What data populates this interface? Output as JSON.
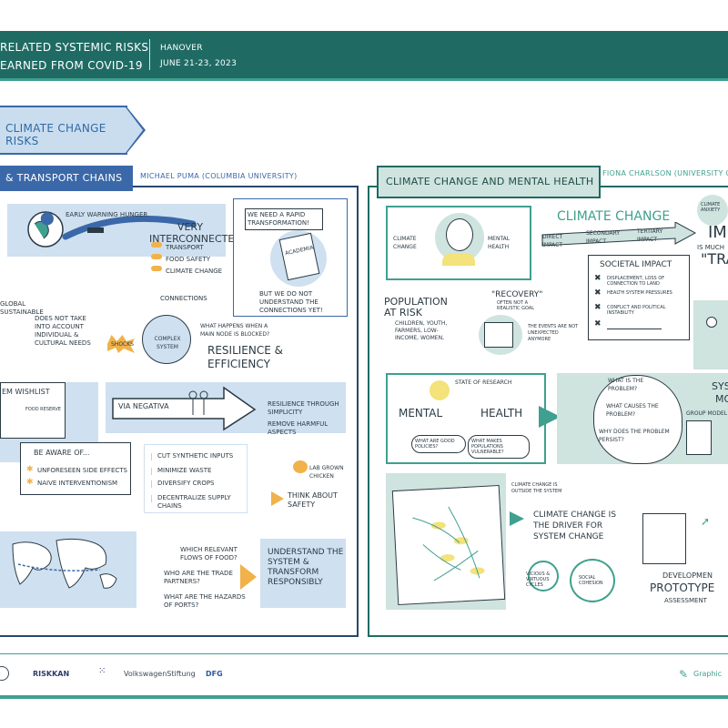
{
  "header": {
    "title_line1": "Related Systemic Risks",
    "title_line2": "earned from COVID-19",
    "place": "Hanover",
    "date": "June 21-23, 2023"
  },
  "section": {
    "label": "Climate Change Risks"
  },
  "left_panel": {
    "title": "& Transport Chains",
    "author": "Michael Puma (Columbia University)",
    "early_warning": "Early Warning Hunger",
    "very_interconnected": "Very Interconnected",
    "interconnected_items": [
      "Transport",
      "Food Safety",
      "Climate Change"
    ],
    "rapid_transformation": "We need a rapid transformation!",
    "academia": "Academia",
    "not_understand": "But we do not understand the connections yet!",
    "global_sustainable": "Global sustainable",
    "not_take_into_account": "Does not take into account individual & cultural needs",
    "connections": "Connections",
    "complex_system": "Complex System",
    "shocks": "Shocks",
    "main_node": "What happens when a main node is blocked?",
    "resilience": "Resilience & Efficiency",
    "wishlist": "Em Wishlist",
    "food_reserve": "Food Reserve",
    "via_negativa": "Via Negativa",
    "resilience_simplicity": "Resilience through simplicity",
    "remove_harmful": "Remove harmful aspects",
    "be_aware": "Be Aware of...",
    "aware_items": [
      "Unforeseen side effects",
      "Naive interventionism"
    ],
    "actions": [
      "Cut synthetic inputs",
      "Minimize waste",
      "Diversify crops",
      "Decentralize supply chains"
    ],
    "lab_grown": "Lab grown chicken",
    "think_safety": "Think about safety",
    "questions": [
      "Which relevant flows of food?",
      "Who are the trade partners?",
      "What are the hazards of ports?"
    ],
    "understand": "Understand the system & transform responsibly"
  },
  "right_panel": {
    "title": "Climate Change and Mental Health",
    "author": "Fiona Charlson (University of",
    "climate_change_small": "Climate Change",
    "mental_health_small": "Mental Health",
    "climate_change_big": "Climate Change",
    "impacts": [
      "Direct Impact",
      "Secondary Impact",
      "Tertiary Impact"
    ],
    "climate_anxiety": "Climate Anxiety",
    "imp": "IMP",
    "is_much": "is much",
    "tra": "\"TRA",
    "societal_impact": "Societal Impact",
    "societal_items": [
      "Displacement, loss of connection to land",
      "Health system pressures",
      "Conflict and political instability",
      ""
    ],
    "population_at_risk": "Population at Risk",
    "population_items": "Children, youth, farmers, low-income, women,",
    "recovery": "\"Recovery\"",
    "recovery_note": "often not a realistic goal",
    "events_note": "The events are not unexpected anymore",
    "state_of_research": "State of Research",
    "mental": "Mental",
    "health": "Health",
    "good_policies": "What are good policies?",
    "vulnerable": "What makes populations vulnerable?",
    "problem_q": [
      "What is the problem?",
      "What causes the problem?",
      "Why does the problem persist?"
    ],
    "sys": "SYS",
    "mod": "MO",
    "group_model": "Group model",
    "outside_system": "Climate change is outside the system",
    "driver": "Climate change is the driver for system change",
    "vicious": "Vicious & virtuous cycles",
    "social_cohesion": "Social cohesion",
    "development": "Developmen",
    "prototype": "Prototype",
    "assessment": "Assessment"
  },
  "footer": {
    "logos": [
      "RISKKAN",
      "VolkswagenStiftung",
      "DFG",
      "Graphic"
    ]
  },
  "colors": {
    "header": "#1f6b64",
    "teal": "#3fa08f",
    "blue": "#3b68a8",
    "light_blue": "#cfe0f0",
    "light_teal": "#cfe3df"
  }
}
